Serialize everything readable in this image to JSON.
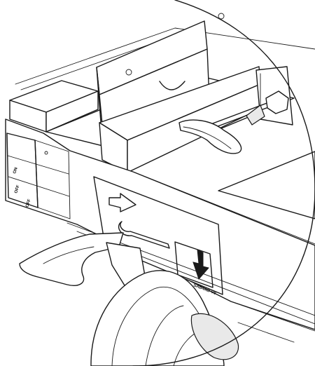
{
  "diagram": {
    "label_code": "SAB4AB-V9",
    "side_marks": [
      "ON",
      "OFF",
      "OFF"
    ]
  }
}
